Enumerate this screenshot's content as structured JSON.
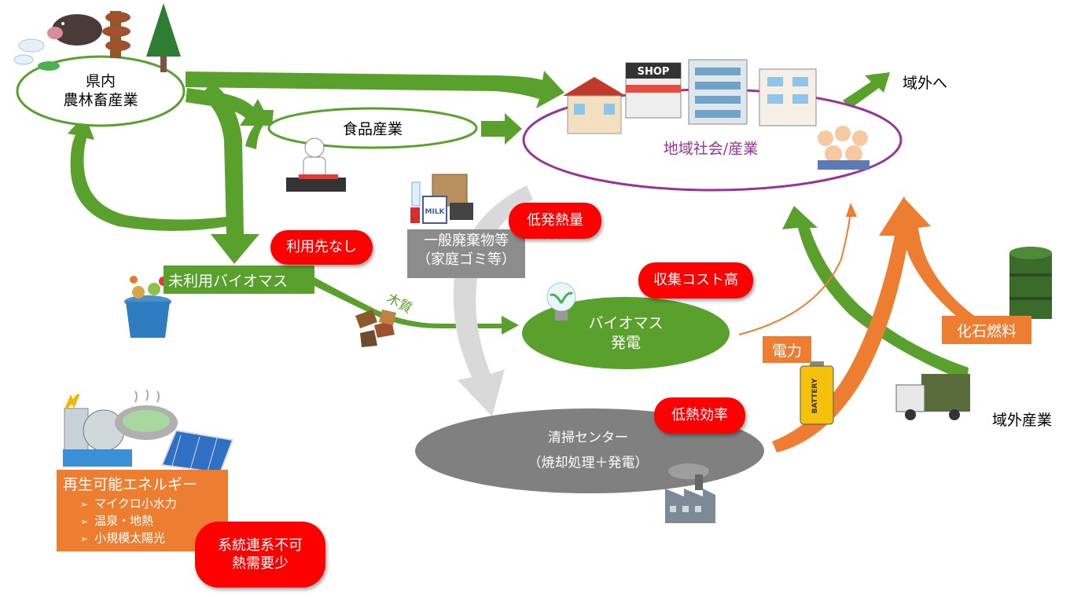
{
  "nodes": {
    "prefecture": {
      "line1": "県内",
      "line2": "農林畜産業"
    },
    "food": {
      "label": "食品産業"
    },
    "community": {
      "label": "地域社会/産業"
    },
    "outside_region": {
      "label": "域外へ"
    },
    "outside_industry": {
      "label": "域外産業"
    },
    "unused_biomass": {
      "label": "未利用バイオマス"
    },
    "wood": {
      "label": "木質"
    },
    "biomass_power": {
      "line1": "バイオマス",
      "line2": "発電"
    },
    "general_waste": {
      "line1": "一般廃棄物等",
      "line2": "（家庭ゴミ等）"
    },
    "cleaning_center": {
      "line1": "清掃センター",
      "line2": "（焼却処理＋発電）"
    },
    "electricity": {
      "label": "電力"
    },
    "fossil_fuel": {
      "label": "化石燃料"
    },
    "renewable": {
      "title": "再生可能エネルギー",
      "items": [
        "マイクロ小水力",
        "温泉・地熱",
        "小規模太陽光"
      ]
    }
  },
  "issues": {
    "no_use": "利用先なし",
    "low_calorific": "低発熱量",
    "high_collection_cost": "収集コスト高",
    "low_efficiency": "低熱効率",
    "grid_line1": "系統連系不可",
    "grid_line2": "熱需要少"
  },
  "icons": {
    "shop_sign": "SHOP",
    "milk": "MILK",
    "battery": "BATTERY"
  },
  "colors": {
    "green": "#5aa02c",
    "orange": "#ed7d31",
    "gray": "#8c8c8c",
    "light_gray": "#d9d9d9",
    "red": "#ff0000",
    "purple": "#993399"
  }
}
